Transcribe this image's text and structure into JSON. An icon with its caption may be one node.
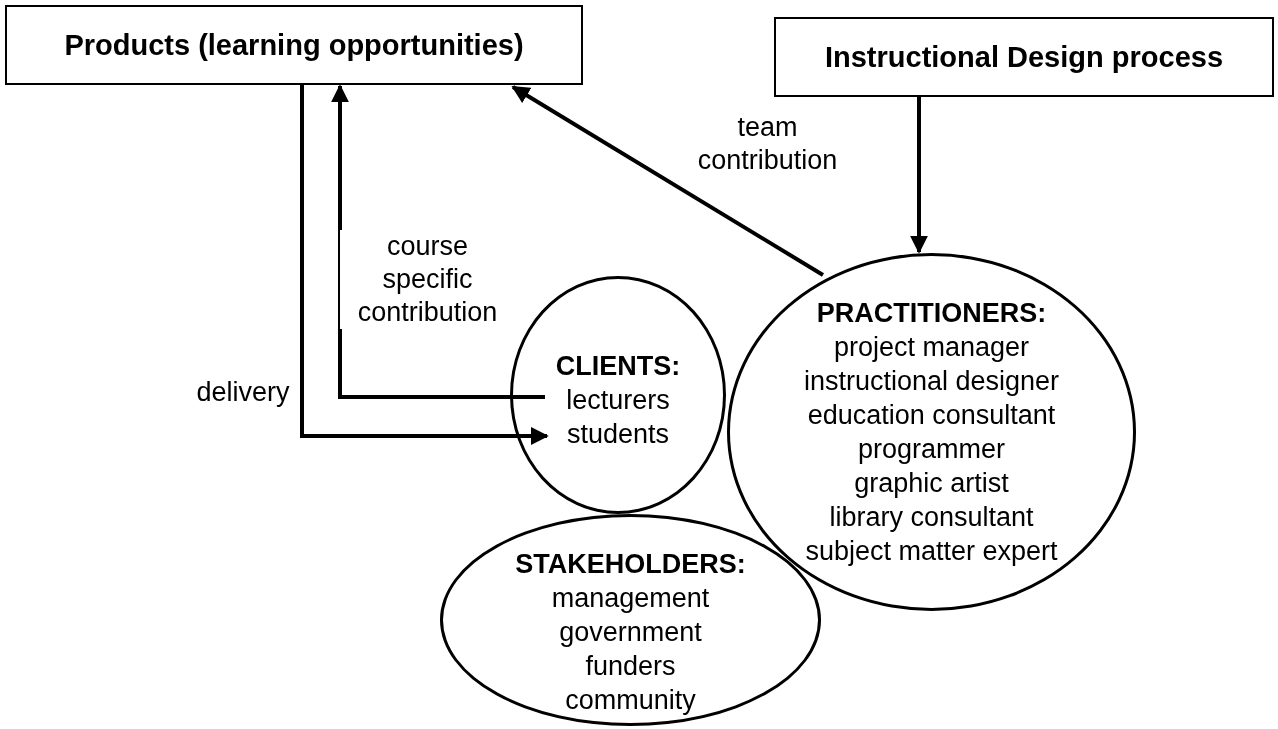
{
  "diagram": {
    "nodes": [
      {
        "text": [
          "Products (learning opportunities)"
        ]
      },
      {
        "text": [
          "Instructional Design process"
        ]
      },
      {
        "text": [
          "CLIENTS:",
          "lecturers",
          "students"
        ]
      },
      {
        "text": [
          "PRACTITIONERS:",
          "project manager",
          "instructional designer",
          "education consultant",
          "programmer",
          "graphic artist",
          "library consultant",
          "subject matter expert"
        ]
      },
      {
        "text": [
          "STAKEHOLDERS:",
          "management",
          "government",
          "funders",
          "community"
        ]
      }
    ],
    "edges": [
      {
        "from": 2,
        "to": 0,
        "arrow": "to",
        "label": "course specific contribution"
      },
      {
        "from": 0,
        "to": 2,
        "arrow": "to",
        "label": "delivery"
      },
      {
        "from": 3,
        "to": 0,
        "arrow": "to",
        "label": "team contribution"
      },
      {
        "from": 1,
        "to": 3,
        "arrow": "to"
      }
    ]
  }
}
